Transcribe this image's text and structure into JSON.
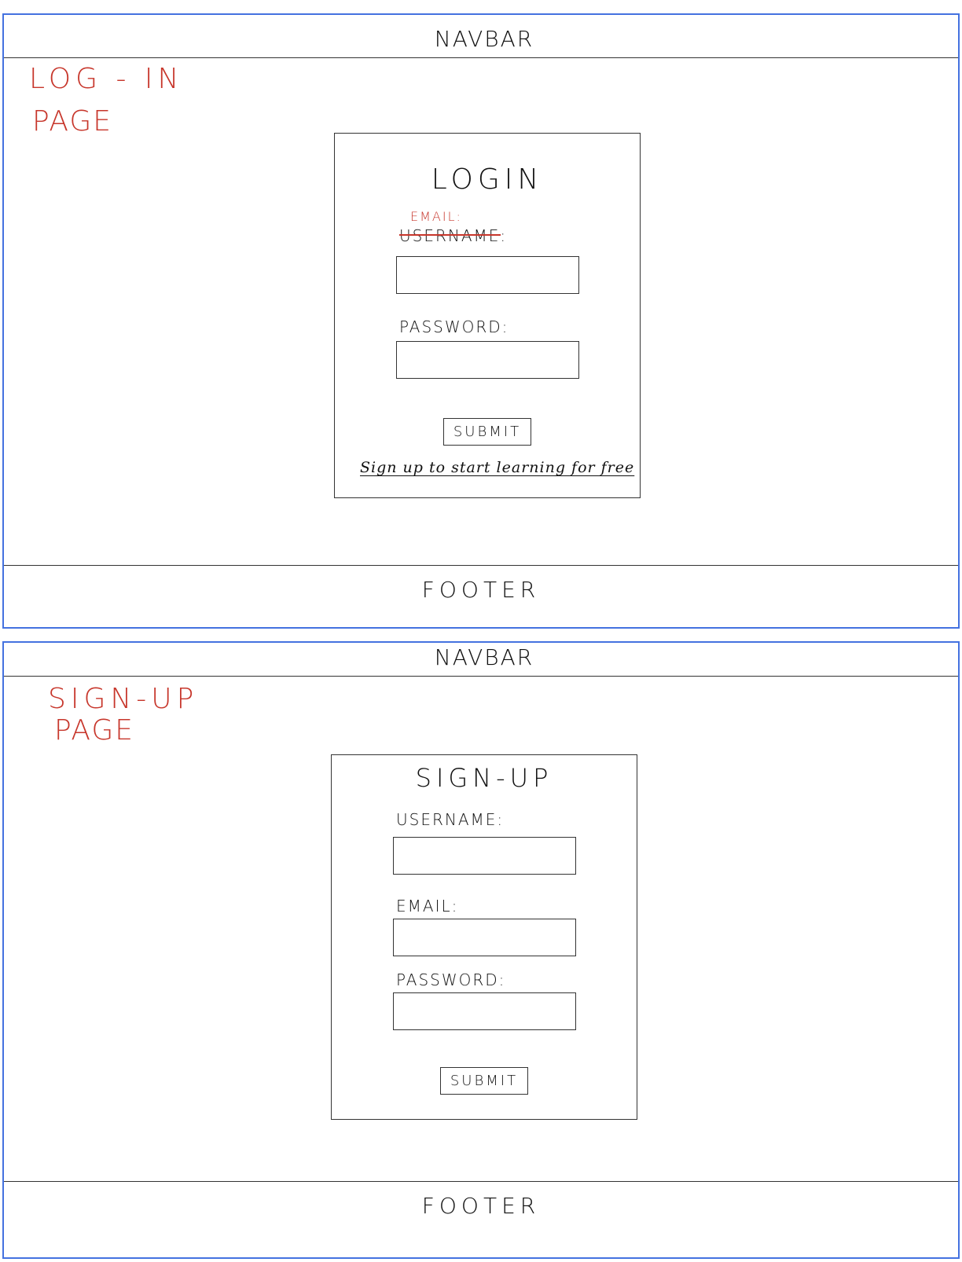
{
  "login_frame": {
    "navbar": "NAVBAR",
    "page_label_line1": "LOG - IN",
    "page_label_line2": "PAGE",
    "card_title": "LOGIN",
    "email_annotation": "EMAIL:",
    "username_label": "USERNAME:",
    "password_label": "PASSWORD:",
    "submit_label": "SUBMIT",
    "signup_link": "Sign up to start learning for free",
    "footer": "FOOTER"
  },
  "signup_frame": {
    "navbar": "NAVBAR",
    "page_label_line1": "SIGN-UP",
    "page_label_line2": "PAGE",
    "card_title": "SIGN-UP",
    "username_label": "USERNAME:",
    "email_label": "EMAIL:",
    "password_label": "PASSWORD:",
    "submit_label": "SUBMIT",
    "footer": "FOOTER"
  },
  "colors": {
    "frame_border": "#4472e0",
    "annotation_red": "#c7362b",
    "sketch_ink": "#111111"
  }
}
